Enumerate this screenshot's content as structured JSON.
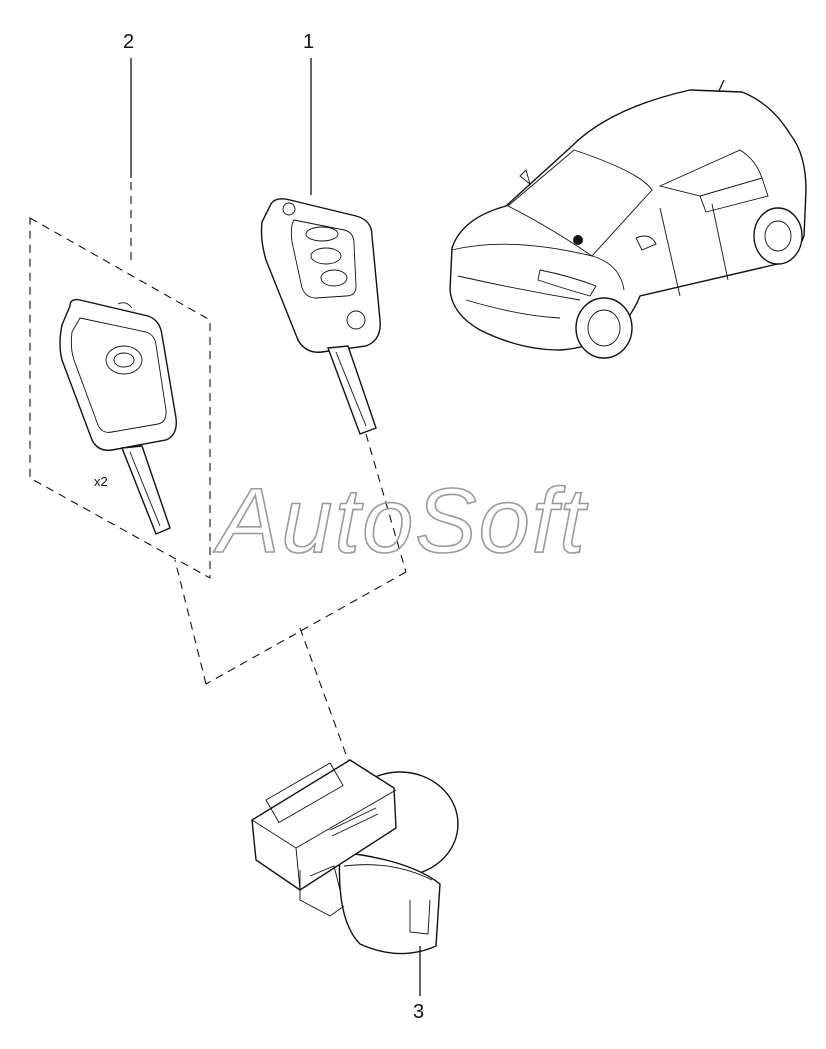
{
  "callouts": [
    {
      "id": "1",
      "label": "1"
    },
    {
      "id": "2",
      "label": "2"
    },
    {
      "id": "3",
      "label": "3"
    }
  ],
  "quantity_note": "x2",
  "watermark": "AutoSoft",
  "colors": {
    "line": "#111111",
    "watermark_stroke": "#9a9a9a",
    "background": "#ffffff"
  }
}
